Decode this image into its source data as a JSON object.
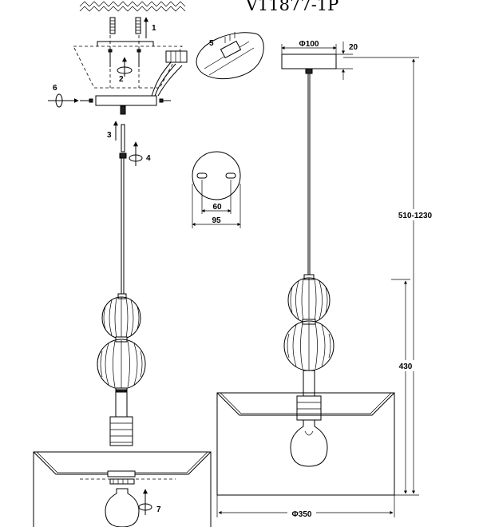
{
  "title": "V11877-1P",
  "dimensions": {
    "canopy_diameter": "Φ100",
    "canopy_height": "20",
    "plate_inner": "60",
    "plate_outer": "95",
    "total_height": "510-1230",
    "lamp_height": "430",
    "shade_diameter": "Φ350"
  },
  "steps": [
    "1",
    "2",
    "3",
    "4",
    "5",
    "6",
    "7"
  ]
}
